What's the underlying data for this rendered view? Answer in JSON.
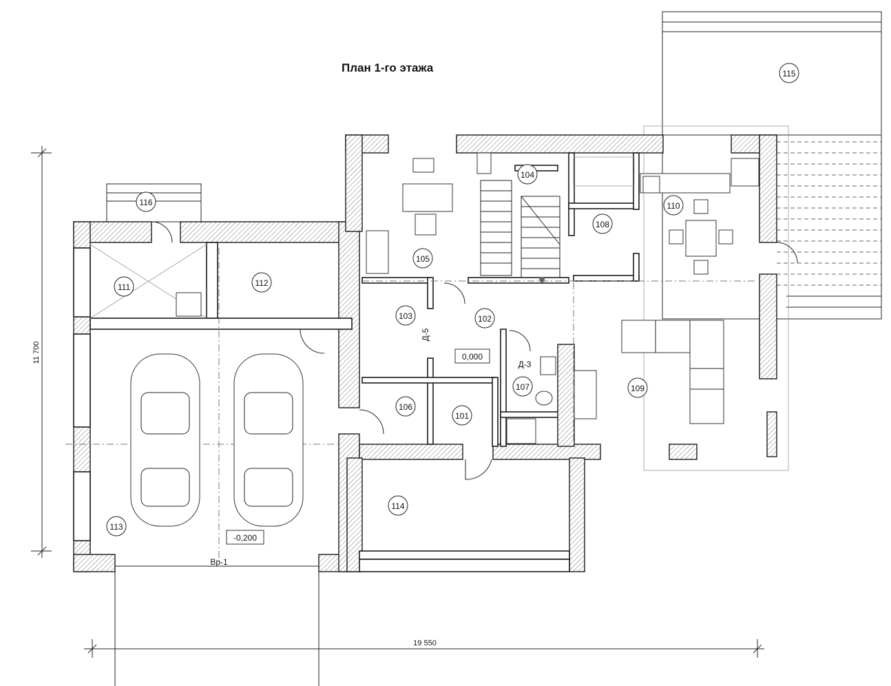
{
  "title": "План 1-го этажа",
  "rooms": [
    "101",
    "102",
    "103",
    "104",
    "105",
    "106",
    "107",
    "108",
    "109",
    "110",
    "111",
    "112",
    "113",
    "114",
    "115",
    "116"
  ],
  "levels": {
    "main": "0,000",
    "garage": "-0,200"
  },
  "door_marks": {
    "d5": "Д-5",
    "d3": "Д-3",
    "gate": "Вр-1"
  },
  "dimensions": {
    "width": "19 550",
    "height": "11 700"
  },
  "colors": {
    "line": "#1a1a1a",
    "hatch": "#555555",
    "background": "#ffffff"
  }
}
